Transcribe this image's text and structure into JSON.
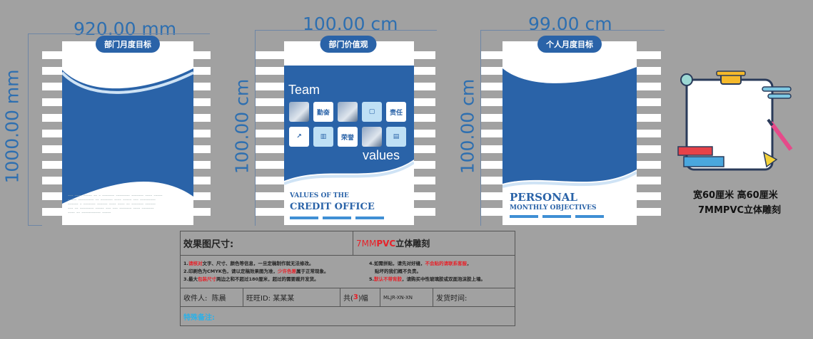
{
  "dimensions": {
    "width_1": "920.00 mm",
    "height_1": "1000.00 mm",
    "width_2": "100.00 cm",
    "height_2": "100.00 cm",
    "width_3": "99.00 cm",
    "height_3": "100.00 cm"
  },
  "panels": {
    "p1": {
      "title": "部门月度目标"
    },
    "p2": {
      "title": "部门价值观",
      "word_top": "Team",
      "word_bottom": "values",
      "tiles": [
        "勤奋",
        "责任",
        "荣誉"
      ],
      "subtitle_line1": "VALUES OF THE",
      "subtitle_line2": "CREDIT OFFICE"
    },
    "p3": {
      "title": "个人月度目标",
      "subtitle_line1": "PERSONAL",
      "subtitle_line2": "MONTHLY OBJECTIVES"
    }
  },
  "board": {
    "size_label": "宽60厘米  高60厘米",
    "material_label": "7MMPVC立体雕刻"
  },
  "spec_table": {
    "effect_label": "效果图尺寸:",
    "material_prefix": "7MM",
    "material_pvc": "PVC",
    "material_suffix": "立体雕刻",
    "note1_a": "1.",
    "note1_red": "请核对",
    "note1_b": "文字、尺寸、颜色等信息，一旦定稿制作就无法修改。",
    "note2": "2.印刷色为CMYK色，请以定稿效果图为准，",
    "note2_red": "少许色差",
    "note2_b": "属于正常现象。",
    "note3_a": "3.最大",
    "note3_red": "包装尺寸",
    "note3_b": "两边之和不超过180厘米，超过的需要裁开发货。",
    "note4_a": "4.如需拼贴，请先对好缝，",
    "note4_red": "不会贴的请联系客服",
    "note4_b": "，",
    "note4_c": "贴坏的我们概不负责。",
    "note5_a": "5.",
    "note5_red": "默认不带背胶",
    "note5_b": "，请购买中性玻璃胶或双面泡沫胶上墙。",
    "receiver_label": "收件人:",
    "receiver_name": "陈晨",
    "wangwang_label": "旺旺ID:",
    "wangwang_value": "某某某",
    "total_prefix": "共(",
    "total_count": " 3 ",
    "total_suffix": ")幅",
    "code": "MLJR-XN-XN",
    "ship_label": "发货时间:",
    "remark_label": "特殊备注:"
  },
  "colors": {
    "background": "#a1a1a1",
    "panel_blue": "#2a63a8",
    "accent_blue": "#3f8fd4",
    "dimension_blue": "#2e6fb0",
    "red": "#e6222a",
    "cyan": "#2bb1e8"
  }
}
